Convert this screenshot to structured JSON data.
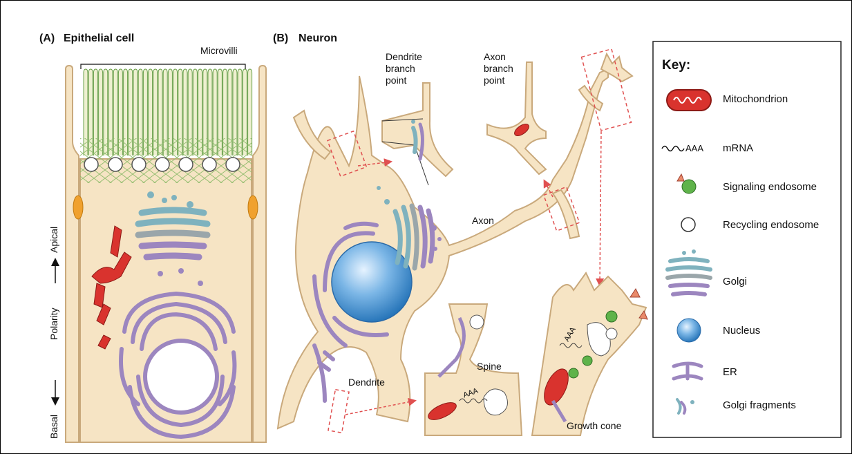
{
  "panel_a": {
    "label": "(A)",
    "title": "Epithelial cell",
    "microvilli": "Microvilli",
    "axis": {
      "apical": "Apical",
      "polarity": "Polarity",
      "basal": "Basal"
    }
  },
  "panel_b": {
    "label": "(B)",
    "title": "Neuron",
    "dendrite_branch_point": [
      "Dendrite",
      "branch",
      "point"
    ],
    "axon_branch_point": [
      "Axon",
      "branch",
      "point"
    ],
    "axon": "Axon",
    "spine": "Spine",
    "dendrite": "Dendrite",
    "growth_cone": "Growth cone",
    "aaa": "AAA"
  },
  "key": {
    "title": "Key:",
    "items": [
      {
        "label": "Mitochondrion",
        "icon": "mitochondrion-icon"
      },
      {
        "label": "mRNA",
        "icon": "mrna-icon",
        "prefix": "AAA"
      },
      {
        "label": "Signaling endosome",
        "icon": "signaling-endosome-icon"
      },
      {
        "label": "Recycling endosome",
        "icon": "recycling-endosome-icon"
      },
      {
        "label": "Golgi",
        "icon": "golgi-icon"
      },
      {
        "label": "Nucleus",
        "icon": "nucleus-icon"
      },
      {
        "label": "ER",
        "icon": "er-icon"
      },
      {
        "label": "Golgi fragments",
        "icon": "golgi-fragments-icon"
      }
    ]
  },
  "colors": {
    "cytoplasm": "#f6e4c4",
    "membrane": "#c9a97c",
    "microvilli": "#eef0d0",
    "actin": "#8dbb6a",
    "mitochondrion": "#d9332e",
    "golgi_blue": "#7fb2be",
    "golgi_purple": "#9c86bf",
    "er": "#9c86bf",
    "nucleus": "#3f8fd4",
    "junction": "#f0a12e",
    "signaling": "#5fb34a",
    "arrow": "#e05050"
  }
}
